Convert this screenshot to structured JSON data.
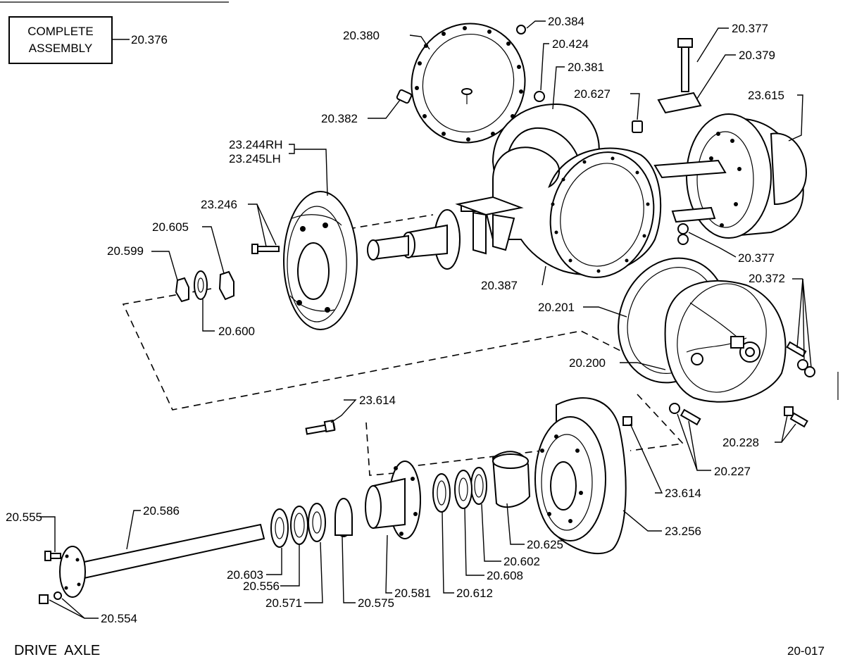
{
  "title": "DRIVE  AXLE",
  "figure_number": "20-017",
  "assembly_box": {
    "line1": "COMPLETE",
    "line2": "ASSEMBLY",
    "part": "20.376"
  },
  "callouts": {
    "c20_384": "20.384",
    "c20_380": "20.380",
    "c20_424": "20.424",
    "c20_381": "20.381",
    "c20_377_top": "20.377",
    "c20_379": "20.379",
    "c20_627": "20.627",
    "c23_615": "23.615",
    "c20_382": "20.382",
    "c23_244": "23.244RH",
    "c23_245": "23.245LH",
    "c23_246": "23.246",
    "c20_605": "20.605",
    "c20_599": "20.599",
    "c20_600": "20.600",
    "c20_387": "20.387",
    "c20_377_mid": "20.377",
    "c20_372": "20.372",
    "c20_201": "20.201",
    "c20_200": "20.200",
    "c23_614_left": "23.614",
    "c20_228": "20.228",
    "c20_227": "20.227",
    "c23_614_right": "23.614",
    "c20_555": "20.555",
    "c20_586": "20.586",
    "c23_256": "23.256",
    "c20_625": "20.625",
    "c20_602": "20.602",
    "c20_608": "20.608",
    "c20_603": "20.603",
    "c20_556": "20.556",
    "c20_571": "20.571",
    "c20_575": "20.575",
    "c20_581": "20.581",
    "c20_612": "20.612",
    "c20_554": "20.554"
  }
}
